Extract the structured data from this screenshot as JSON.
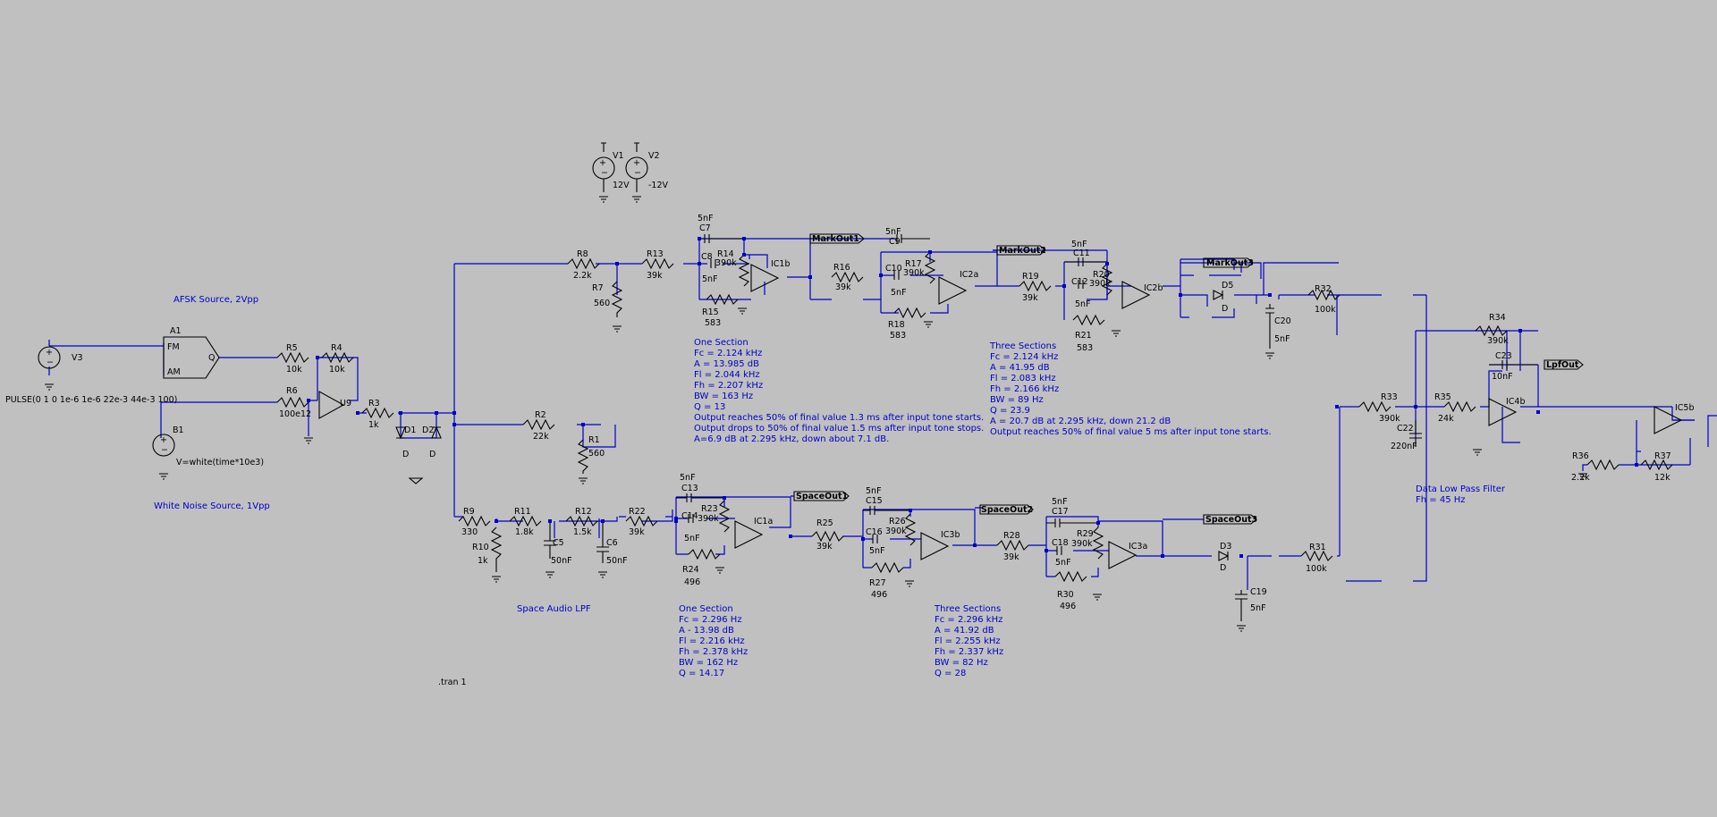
{
  "notes": {
    "afsk": "AFSK Source, 2Vpp",
    "white": "White Noise Source, 1Vpp",
    "pulse": "PULSE(0 1 0 1e-6 1e-6 22e-3 44e-3 100)",
    "bfunc": "V=white(time*10e3)",
    "space_lpf": "Space Audio LPF",
    "tran": ".tran 1",
    "data_lpf": "Data Low Pass Filter",
    "data_lpf_fh": "Fh = 45 Hz"
  },
  "mark_one": [
    "One Section",
    "Fc = 2.124 kHz",
    "A = 13.985 dB",
    "Fl = 2.044 kHz",
    "Fh = 2.207 kHz",
    "BW = 163 Hz",
    "Q = 13",
    "Output reaches 50% of final value 1.3 ms after input tone starts.",
    "Output drops to 50% of final value 1.5 ms after input tone stops.",
    "A=6.9 dB at 2.295 kHz, down about 7.1 dB."
  ],
  "mark_three": [
    "Three Sections",
    "Fc = 2.124 kHz",
    "A = 41.95 dB",
    "Fl = 2.083 kHz",
    "Fh = 2.166 kHz",
    "BW = 89 Hz",
    "Q = 23.9",
    "A = 20.7 dB at 2.295 kHz, down 21.2 dB",
    "Output reaches 50% of final value 5 ms after input tone starts."
  ],
  "space_one": [
    "One Section",
    "Fc = 2.296 Hz",
    "A - 13.98 dB",
    "Fl = 2.216 kHz",
    "Fh = 2.378 kHz",
    "BW = 162 Hz",
    "Q = 14.17"
  ],
  "space_three": [
    "Three Sections",
    "Fc = 2.296 kHz",
    "A = 41.92 dB",
    "Fl = 2.255 kHz",
    "Fh = 2.337 kHz",
    "BW = 82 Hz",
    "Q = 28"
  ],
  "nets": {
    "m1": "MarkOut1",
    "m2": "MarkOut2",
    "m3": "MarkOut3",
    "s1": "SpaceOut1",
    "s2": "SpaceOut2",
    "s3": "SpaceOut3",
    "lpf": "LpfOut"
  },
  "supplies": {
    "v1": "V1",
    "v1_val": "12V",
    "v2": "V2",
    "v2_val": "-12V",
    "v3": "V3",
    "b1": "B1",
    "a1": "A1",
    "fm": "FM",
    "am": "AM",
    "q": "Q"
  },
  "resistors": [
    {
      "ref": "R5",
      "val": "10k"
    },
    {
      "ref": "R4",
      "val": "10k"
    },
    {
      "ref": "R6",
      "val": "100e12"
    },
    {
      "ref": "R3",
      "val": "1k"
    },
    {
      "ref": "R8",
      "val": "2.2k"
    },
    {
      "ref": "R7",
      "val": "560"
    },
    {
      "ref": "R13",
      "val": "39k"
    },
    {
      "ref": "R14",
      "val": "390k"
    },
    {
      "ref": "R15",
      "val": "583"
    },
    {
      "ref": "R16",
      "val": "39k"
    },
    {
      "ref": "R17",
      "val": "390k"
    },
    {
      "ref": "R18",
      "val": "583"
    },
    {
      "ref": "R19",
      "val": "39k"
    },
    {
      "ref": "R20",
      "val": "390k"
    },
    {
      "ref": "R21",
      "val": "583"
    },
    {
      "ref": "R32",
      "val": "100k"
    },
    {
      "ref": "R2",
      "val": "22k"
    },
    {
      "ref": "R1",
      "val": "560"
    },
    {
      "ref": "R9",
      "val": "330"
    },
    {
      "ref": "R10",
      "val": "1k"
    },
    {
      "ref": "R11",
      "val": "1.8k"
    },
    {
      "ref": "R12",
      "val": "1.5k"
    },
    {
      "ref": "R22",
      "val": "39k"
    },
    {
      "ref": "R23",
      "val": "390k"
    },
    {
      "ref": "R24",
      "val": "496"
    },
    {
      "ref": "R25",
      "val": "39k"
    },
    {
      "ref": "R26",
      "val": "390k"
    },
    {
      "ref": "R27",
      "val": "496"
    },
    {
      "ref": "R28",
      "val": "39k"
    },
    {
      "ref": "R29",
      "val": "390k"
    },
    {
      "ref": "R30",
      "val": "496"
    },
    {
      "ref": "R31",
      "val": "100k"
    },
    {
      "ref": "R33",
      "val": "390k"
    },
    {
      "ref": "R35",
      "val": "24k"
    },
    {
      "ref": "R34",
      "val": "390k"
    },
    {
      "ref": "R36",
      "val": "2.2k"
    },
    {
      "ref": "R37",
      "val": "12k"
    }
  ],
  "capacitors": [
    {
      "ref": "C7",
      "val": "5nF"
    },
    {
      "ref": "C8",
      "val": "5nF"
    },
    {
      "ref": "C9",
      "val": "5nF"
    },
    {
      "ref": "C10",
      "val": "5nF"
    },
    {
      "ref": "C11",
      "val": "5nF"
    },
    {
      "ref": "C12",
      "val": "5nF"
    },
    {
      "ref": "C20",
      "val": "5nF"
    },
    {
      "ref": "C5",
      "val": "50nF"
    },
    {
      "ref": "C6",
      "val": "50nF"
    },
    {
      "ref": "C13",
      "val": "5nF"
    },
    {
      "ref": "C14",
      "val": "5nF"
    },
    {
      "ref": "C15",
      "val": "5nF"
    },
    {
      "ref": "C16",
      "val": "5nF"
    },
    {
      "ref": "C17",
      "val": "5nF"
    },
    {
      "ref": "C18",
      "val": "5nF"
    },
    {
      "ref": "C19",
      "val": "5nF"
    },
    {
      "ref": "C22",
      "val": "220nF"
    },
    {
      "ref": "C23",
      "val": "10nF"
    }
  ],
  "diodes": [
    {
      "ref": "D1",
      "val": "D"
    },
    {
      "ref": "D2",
      "val": "D"
    },
    {
      "ref": "D5",
      "val": "D"
    },
    {
      "ref": "D3",
      "val": "D"
    }
  ],
  "opamps": [
    "U9",
    "IC1b",
    "IC2a",
    "IC2b",
    "IC1a",
    "IC3b",
    "IC3a",
    "IC4b",
    "IC5b"
  ]
}
